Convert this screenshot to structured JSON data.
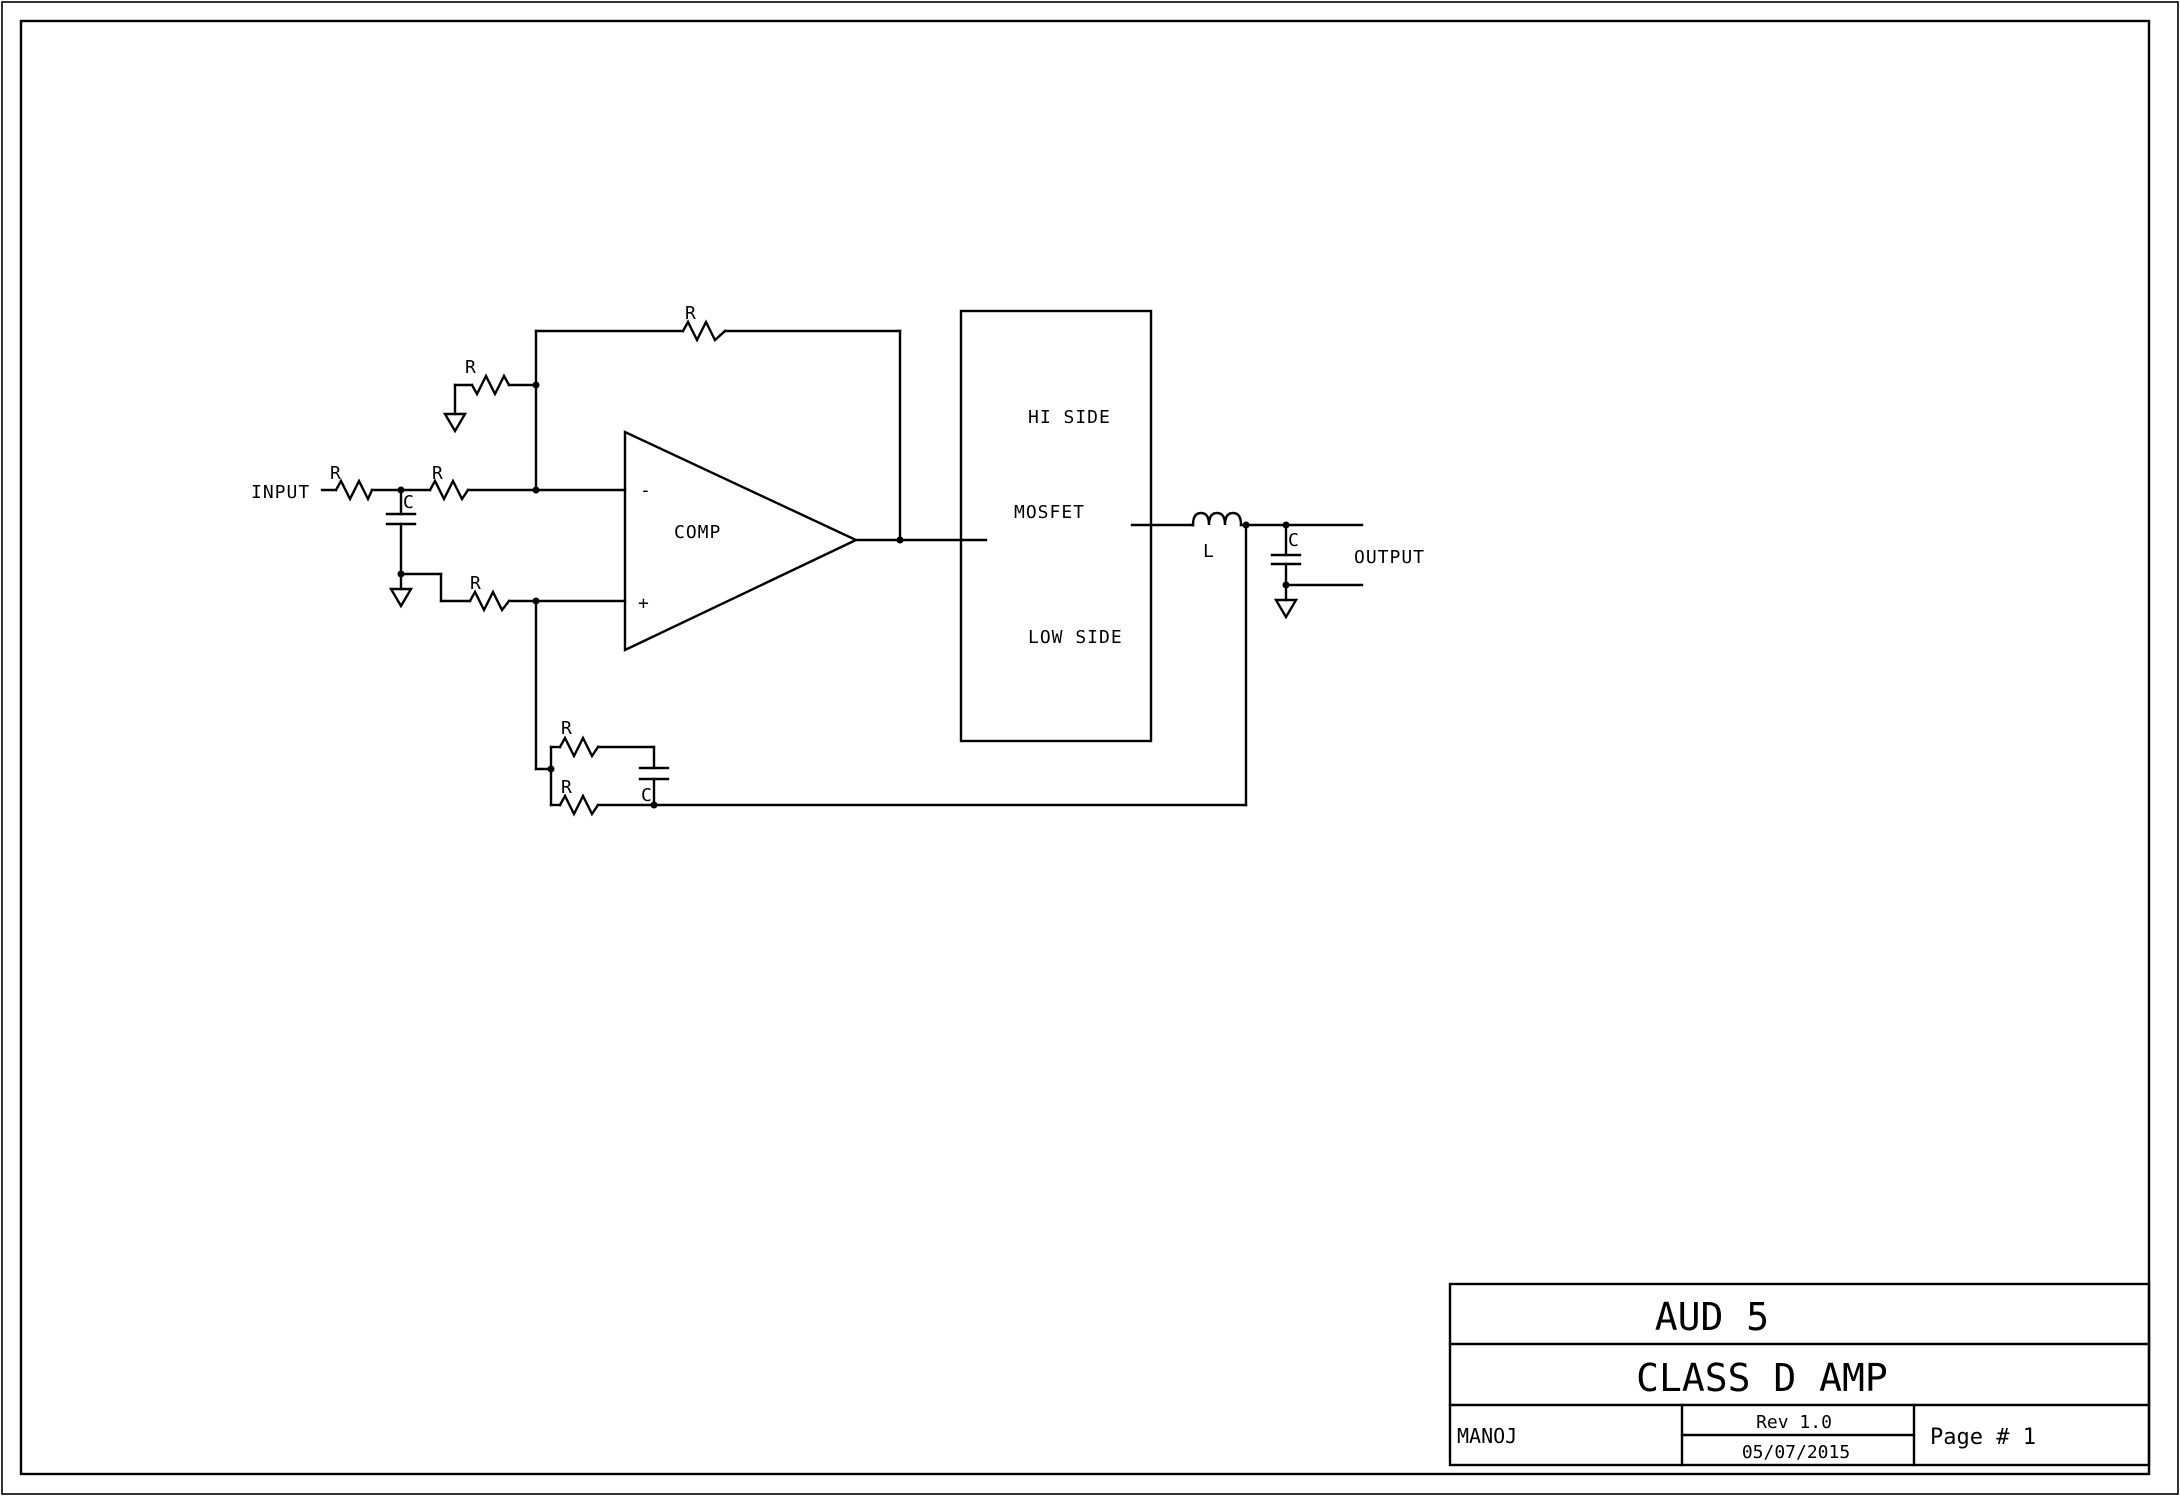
{
  "labels": {
    "input": "INPUT",
    "output": "OUTPUT",
    "comparator": "COMP",
    "minus": "-",
    "plus": "+",
    "mosfet": "MOSFET",
    "hi_side": "HI SIDE",
    "low_side": "LOW SIDE",
    "resistor": "R",
    "capacitor": "C",
    "inductor": "L"
  },
  "title_block": {
    "project": "AUD 5",
    "title": "CLASS D AMP",
    "author": "MANOJ",
    "revision": "Rev 1.0",
    "date": "05/07/2015",
    "page": "Page # 1"
  }
}
